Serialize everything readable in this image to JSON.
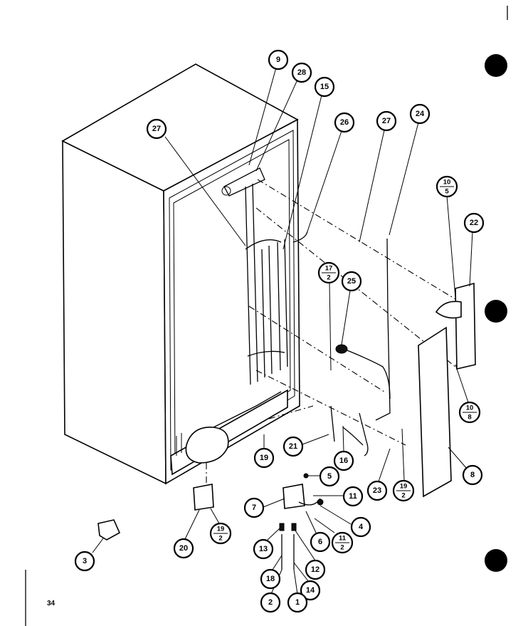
{
  "page_number": "34",
  "callouts": {
    "c1": "1",
    "c2": "2",
    "c3": "3",
    "c4": "4",
    "c5": "5",
    "c6": "6",
    "c7": "7",
    "c8": "8",
    "c9": "9",
    "c11": "11",
    "c12": "12",
    "c13": "13",
    "c14": "14",
    "c15": "15",
    "c16": "16",
    "c18": "18",
    "c19": "19",
    "c20": "20",
    "c21": "21",
    "c22": "22",
    "c23": "23",
    "c24": "24",
    "c25": "25",
    "c26": "26",
    "c27a": "27",
    "c27b": "27",
    "c28": "28"
  },
  "fractions": {
    "f10_5": {
      "top": "10",
      "bottom": "5"
    },
    "f10_8": {
      "top": "10",
      "bottom": "8"
    },
    "f17_2": {
      "top": "17",
      "bottom": "2"
    },
    "f19_2a": {
      "top": "19",
      "bottom": "2"
    },
    "f19_2b": {
      "top": "19",
      "bottom": "2"
    },
    "f11_2": {
      "top": "11",
      "bottom": "2"
    }
  },
  "colors": {
    "ink": "#000000",
    "paper": "#ffffff"
  }
}
